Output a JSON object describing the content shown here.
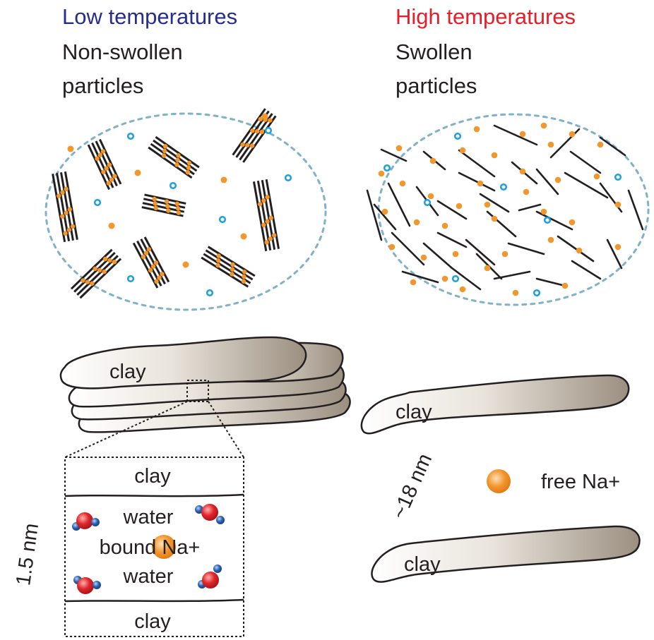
{
  "left_panel": {
    "heading": "Low temperatures",
    "subtitle_line1": "Non-swollen",
    "subtitle_line2": "particles"
  },
  "right_panel": {
    "heading": "High temperatures",
    "subtitle_line1": "Swollen",
    "subtitle_line2": "particles"
  },
  "labels": {
    "clay": "clay",
    "water": "water",
    "bound_na": "bound Na+",
    "free_na": "free Na+",
    "spacing_small": "1.5 nm",
    "spacing_large": "~18 nm"
  },
  "colors": {
    "heading_low": "#262e8c",
    "heading_high": "#e3202a",
    "text": "#231f20",
    "ion_orange": "#f2962e",
    "ion_blue": "#1ea0d8",
    "boundary": "#7fb1c8",
    "oxygen_red": "#e0262b",
    "hydrogen_blue": "#2d63b5"
  }
}
